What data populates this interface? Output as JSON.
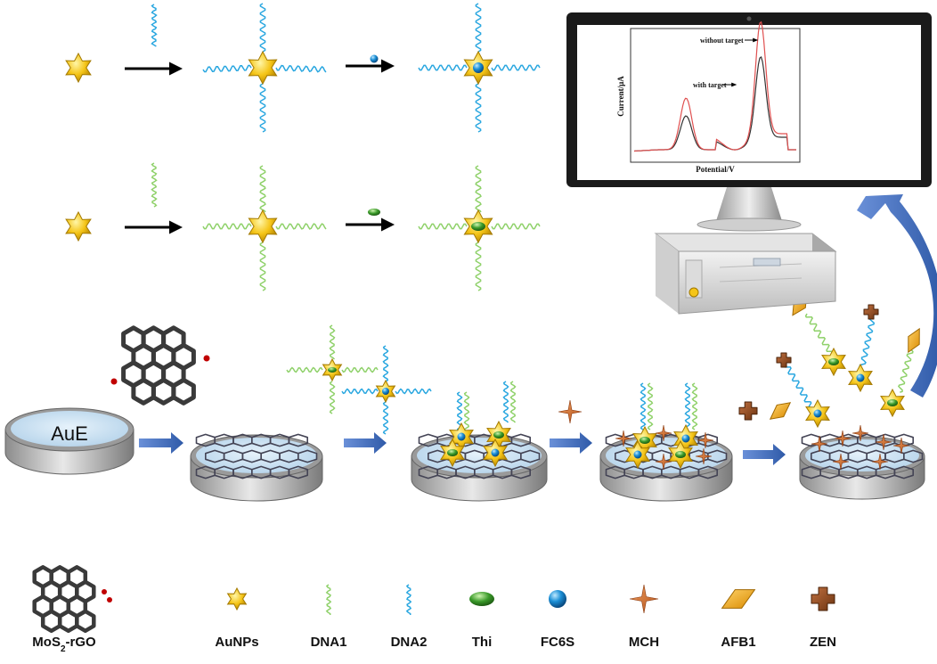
{
  "electrode": {
    "label": "AuE"
  },
  "monitor": {
    "ylabel": "Current/μA",
    "xlabel": "Potential/V",
    "annotation_without": "without target",
    "annotation_with": "with target"
  },
  "legend": {
    "items": [
      {
        "id": "mos2",
        "label": "MoS",
        "sub": "2",
        "suffix": "-rGO"
      },
      {
        "id": "aunps",
        "label": "AuNPs"
      },
      {
        "id": "dna1",
        "label": "DNA1"
      },
      {
        "id": "dna2",
        "label": "DNA2"
      },
      {
        "id": "thi",
        "label": "Thi"
      },
      {
        "id": "fc6s",
        "label": "FC6S"
      },
      {
        "id": "mch",
        "label": "MCH"
      },
      {
        "id": "afb1",
        "label": "AFB1"
      },
      {
        "id": "zen",
        "label": "ZEN"
      }
    ]
  },
  "colors": {
    "gold": "#f5c518",
    "dna1": "#8fd16a",
    "dna2": "#2aa7e0",
    "thi": "#3a9a2a",
    "fc6s": "#1b8fd6",
    "mch": "#d2691e",
    "afb1": "#f0a000",
    "zen": "#8b4513",
    "arrow": "#4472c4",
    "curve_without": "#e05050",
    "curve_with": "#333333"
  }
}
